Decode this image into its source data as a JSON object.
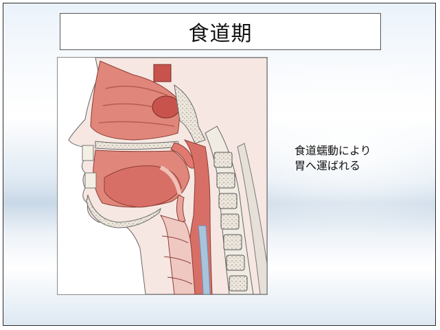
{
  "slide": {
    "title": "食道期",
    "caption_lines": [
      "食道蠕動により",
      "胃へ運ばれる"
    ]
  },
  "illustration": {
    "subject": "sagittal-section-head-neck",
    "colors": {
      "tissue": "#e0867a",
      "tissue_dark": "#c8534c",
      "bone": "#e8e2d8",
      "outline": "#555555"
    }
  }
}
